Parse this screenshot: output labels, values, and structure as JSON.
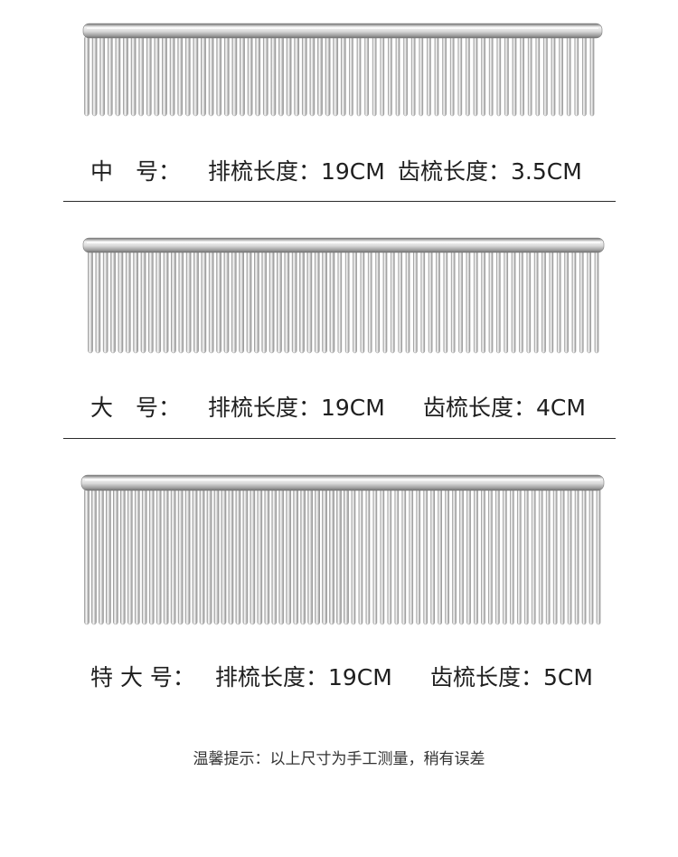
{
  "combs": [
    {
      "size_label": "中　号：",
      "row_length": "排梳长度：19CM",
      "tooth_length": "齿梳长度：3.5CM"
    },
    {
      "size_label": "大　号：",
      "row_length": "排梳长度：19CM",
      "tooth_length": "齿梳长度：4CM"
    },
    {
      "size_label": "特 大 号：",
      "row_length": "排梳长度：19CM",
      "tooth_length": "齿梳长度：5CM"
    }
  ],
  "tip": "温馨提示：以上尺寸为手工测量，稍有误差",
  "colors": {
    "bar_light": "#f4f4f4",
    "bar_dark": "#6e6e6e",
    "tooth_light": "#ffffff",
    "tooth_mid": "#c9c9c9",
    "tooth_dark": "#8a8a8a",
    "divider": "#2b2b2b"
  }
}
